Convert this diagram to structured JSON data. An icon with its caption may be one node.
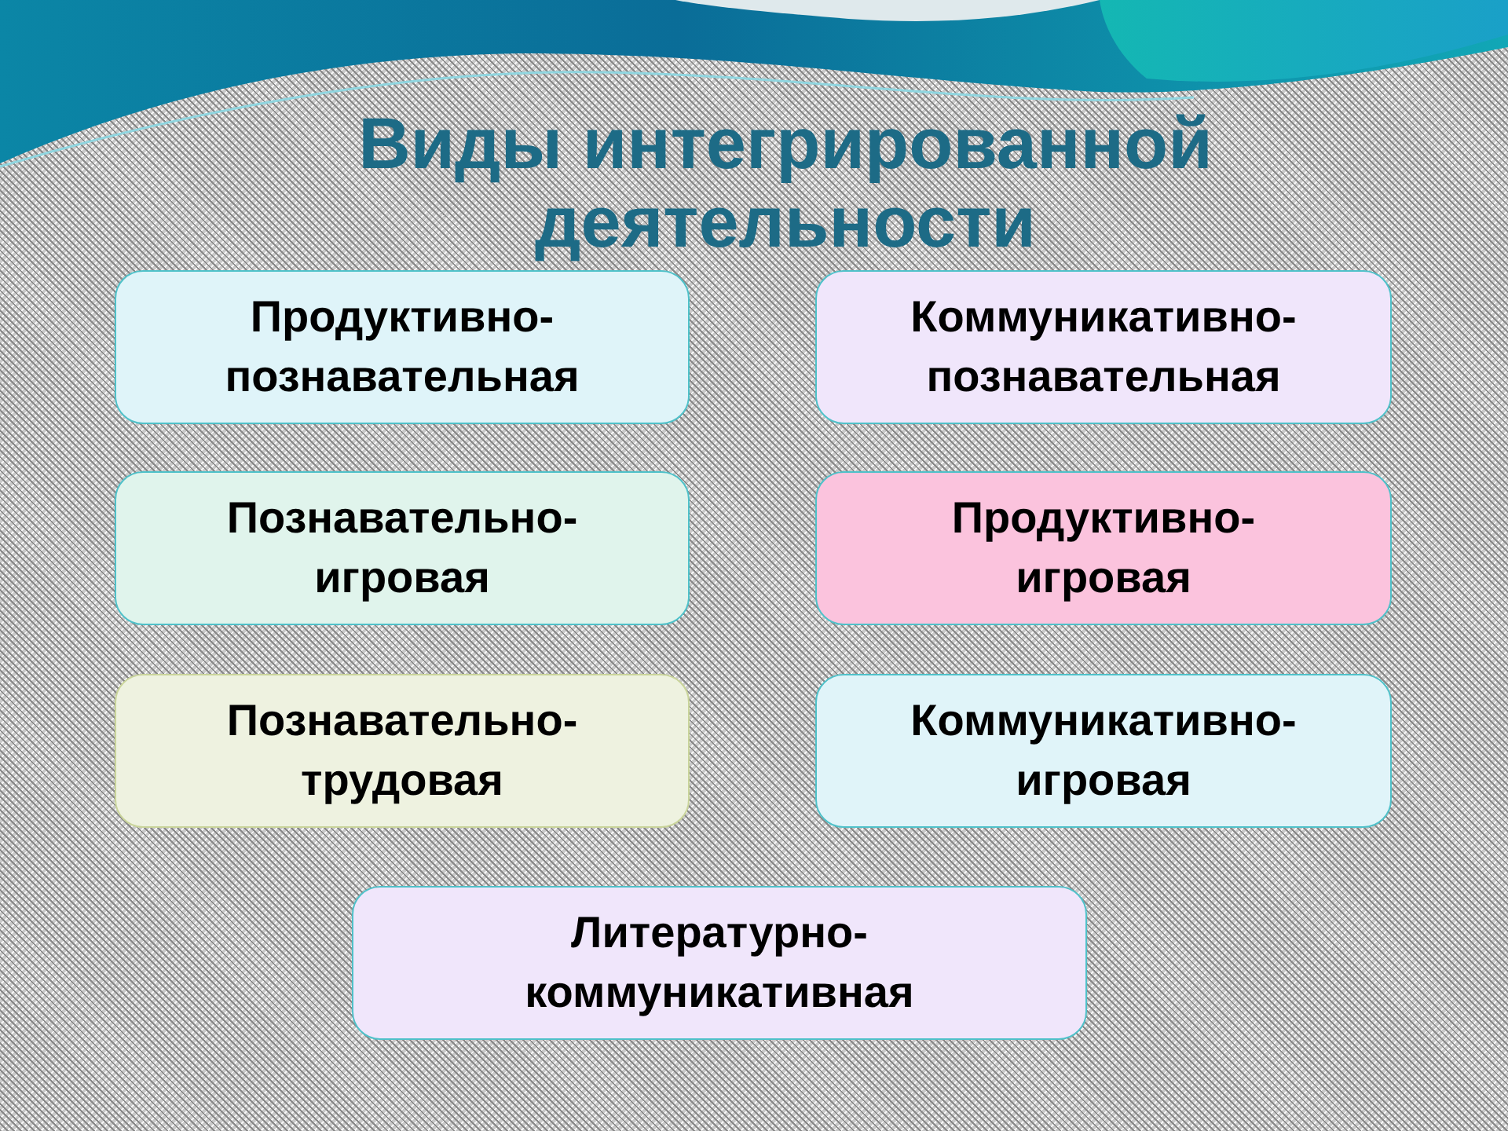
{
  "diagram": {
    "title": "Виды интегрированной деятельности",
    "nodes": [
      {
        "text": [
          "Продуктивно-познавательная"
        ]
      },
      {
        "text": [
          "Коммуникативно-познавательная"
        ]
      },
      {
        "text": [
          "Познавательно-игровая"
        ]
      },
      {
        "text": [
          "Продуктивно-игровая"
        ]
      },
      {
        "text": [
          "Познавательно-трудовая"
        ]
      },
      {
        "text": [
          "Коммуникативно-игровая"
        ]
      },
      {
        "text": [
          "Литературно-коммуникативная"
        ]
      }
    ]
  }
}
